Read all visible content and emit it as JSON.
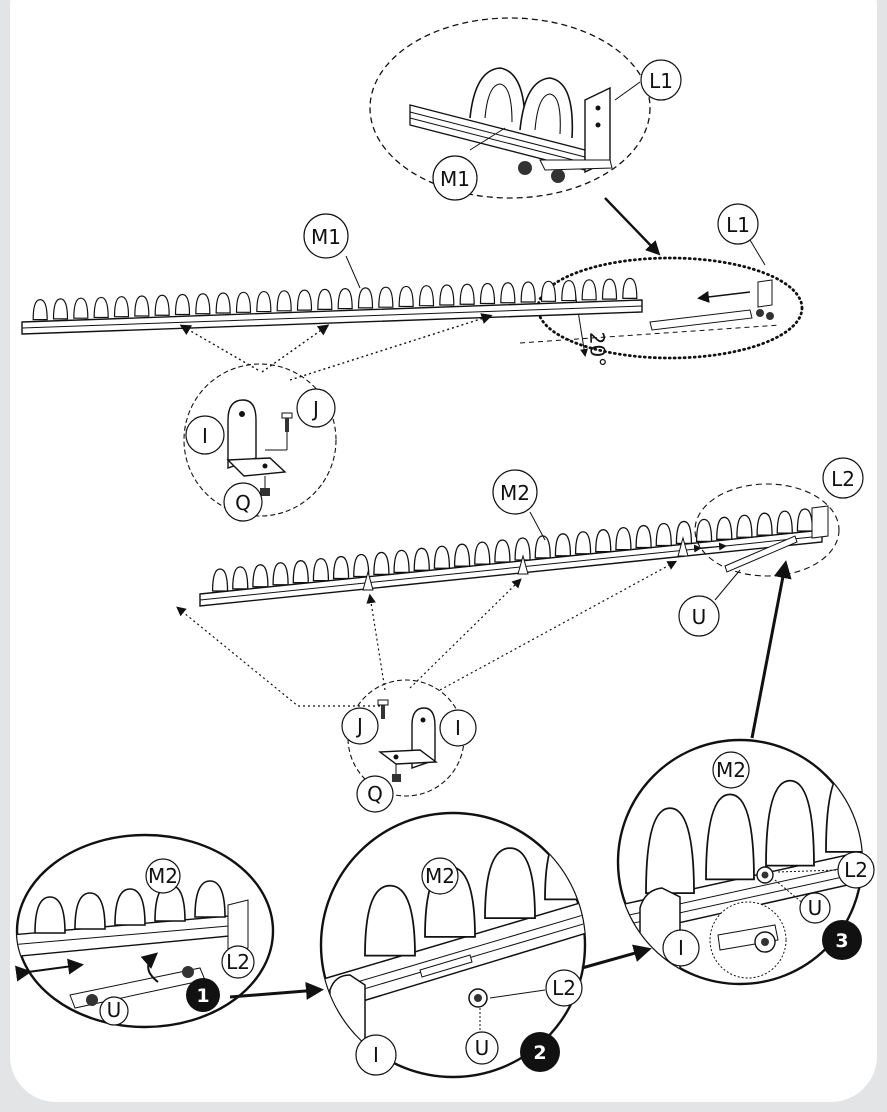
{
  "labels": {
    "L1": "L1",
    "M1": "M1",
    "M2": "M2",
    "L2": "L2",
    "I": "I",
    "J": "J",
    "Q": "Q",
    "U": "U"
  },
  "angle": "20°",
  "steps": [
    "1",
    "2",
    "3"
  ],
  "colors": {
    "ink": "#111111",
    "panel": "#ffffff",
    "background": "#e3e4e6"
  }
}
